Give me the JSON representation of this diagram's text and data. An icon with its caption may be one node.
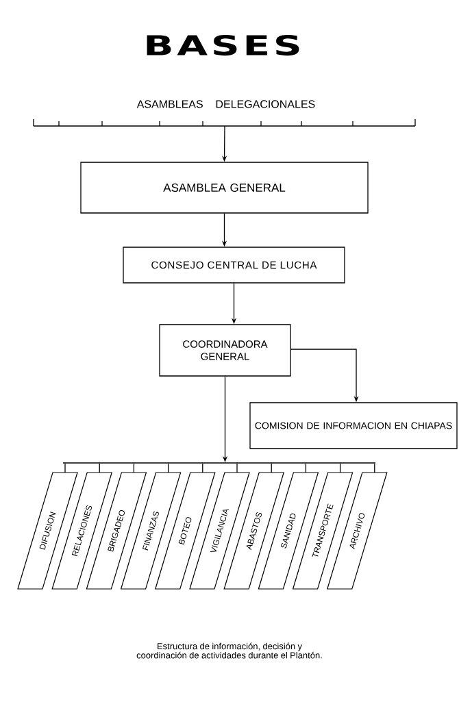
{
  "diagram": {
    "title": "BASES",
    "caption": "Estructura de información, decisión y coordinación de actividades durante el Plantón.",
    "nodes": [
      {
        "text": [
          "ASAMBLEAS DELEGACIONALES"
        ]
      },
      {
        "text": [
          "ASAMBLEA GENERAL"
        ]
      },
      {
        "text": [
          "CONSEJO CENTRAL DE LUCHA"
        ]
      },
      {
        "text": [
          "COORDINADORA GENERAL"
        ]
      },
      {
        "text": [
          "COMISION DE INFORMACION EN CHIAPAS"
        ]
      },
      {
        "text": [],
        "shape": "bar"
      },
      {
        "text": [
          "DIFUSION"
        ]
      },
      {
        "text": [
          "RELACIONES"
        ]
      },
      {
        "text": [
          "BRIGADEO"
        ]
      },
      {
        "text": [
          "FINANZAS"
        ]
      },
      {
        "text": [
          "BOTEO"
        ]
      },
      {
        "text": [
          "VIGILANCIA"
        ]
      },
      {
        "text": [
          "ABASTOS"
        ]
      },
      {
        "text": [
          "SANIDAD"
        ]
      },
      {
        "text": [
          "TRANSPORTE"
        ]
      },
      {
        "text": [
          "ARCHIVO"
        ]
      }
    ],
    "edges": [
      {
        "from": 0,
        "to": 1,
        "arrow": "to"
      },
      {
        "from": 1,
        "to": 2,
        "arrow": "to"
      },
      {
        "from": 2,
        "to": 3,
        "arrow": "to"
      },
      {
        "from": 3,
        "to": 4,
        "arrow": "to"
      },
      {
        "from": 3,
        "to": 5,
        "arrow": "to"
      },
      {
        "from": 5,
        "to": 6,
        "arrow": "none"
      },
      {
        "from": 5,
        "to": 7,
        "arrow": "none"
      },
      {
        "from": 5,
        "to": 8,
        "arrow": "none"
      },
      {
        "from": 5,
        "to": 9,
        "arrow": "none"
      },
      {
        "from": 5,
        "to": 10,
        "arrow": "none"
      },
      {
        "from": 5,
        "to": 11,
        "arrow": "none"
      },
      {
        "from": 5,
        "to": 12,
        "arrow": "none"
      },
      {
        "from": 5,
        "to": 13,
        "arrow": "none"
      },
      {
        "from": 5,
        "to": 14,
        "arrow": "none"
      },
      {
        "from": 5,
        "to": 15,
        "arrow": "none"
      }
    ]
  }
}
